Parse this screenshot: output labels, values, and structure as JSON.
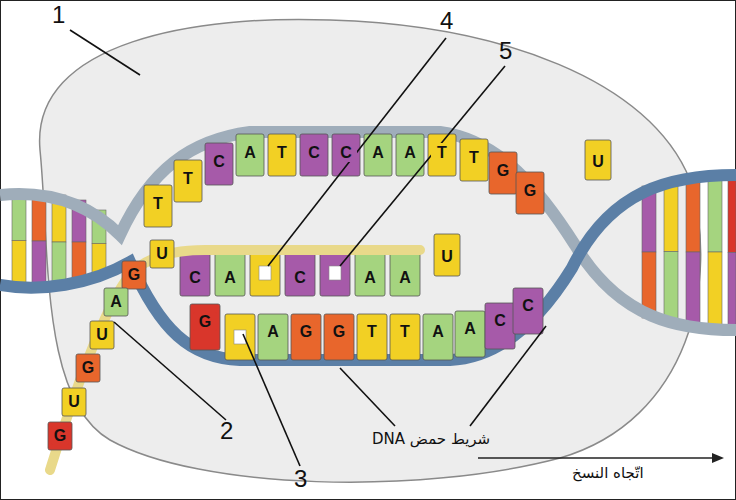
{
  "diagram": {
    "labels": [
      "1",
      "4",
      "5",
      "T",
      "T",
      "C",
      "A",
      "T",
      "C",
      "C",
      "A",
      "A",
      "T",
      "T",
      "G",
      "G",
      "U",
      "C",
      "A",
      "C",
      "A",
      "A",
      "U",
      "U",
      "G",
      "A",
      "U",
      "G",
      "U",
      "G",
      "G",
      "A",
      "G",
      "G",
      "T",
      "T",
      "A",
      "A",
      "C",
      "C",
      "2",
      "3",
      "شريط حمض DNA",
      "اتّجاه النسخ"
    ]
  }
}
